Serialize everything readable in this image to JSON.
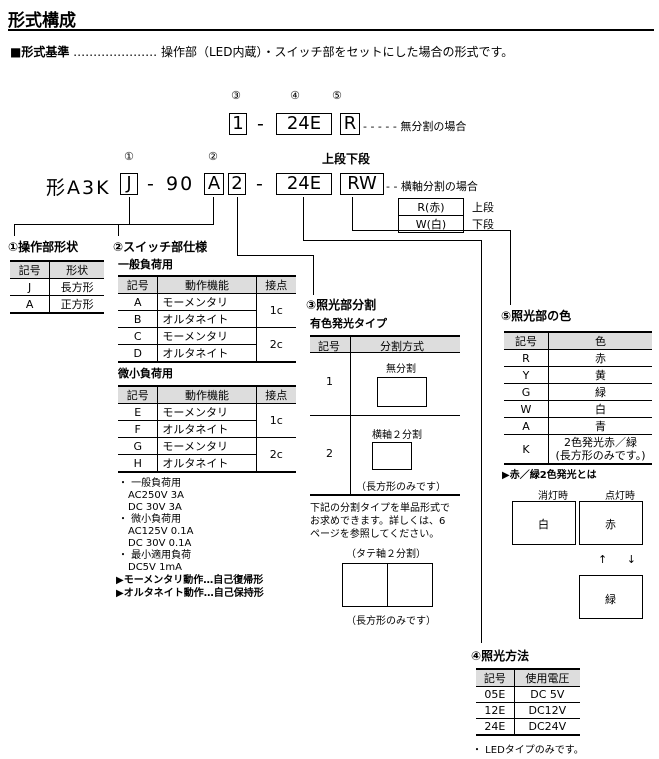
{
  "title": "形式構成",
  "subtitle": {
    "head": "■形式基準",
    "dots": "…………………",
    "desc": "操作部（LED内蔵）・スイッチ部をセットにした場合の形式です。"
  },
  "model1": {
    "nums": [
      "③",
      "④",
      "⑤"
    ],
    "box1": "1",
    "dash1": "-",
    "box2": "24E",
    "box3": "R",
    "note": "- - - - - 無分割の場合"
  },
  "model2": {
    "nums": [
      "①",
      "②"
    ],
    "header": "上段下段",
    "prefix": "形A3K",
    "box1": "J",
    "dash1": "-",
    "mid": "90",
    "box2": "A",
    "box3": "2",
    "dash2": "-",
    "box4": "24E",
    "box5": "RW",
    "note": "- - 横軸分割の場合",
    "sub": [
      {
        "code": "R(赤)",
        "pos": "上段"
      },
      {
        "code": "W(白)",
        "pos": "下段"
      }
    ]
  },
  "sec1": {
    "title": "①操作部形状",
    "head": [
      "記号",
      "形状"
    ],
    "rows": [
      [
        "J",
        "長方形"
      ],
      [
        "A",
        "正方形"
      ]
    ]
  },
  "sec2": {
    "title": "②スイッチ部仕様",
    "general": "一般負荷用",
    "head": [
      "記号",
      "動作機能",
      "接点"
    ],
    "rows_general": [
      [
        "A",
        "モーメンタリ"
      ],
      [
        "B",
        "オルタネイト"
      ],
      [
        "C",
        "モーメンタリ"
      ],
      [
        "D",
        "オルタネイト"
      ]
    ],
    "contacts_general": [
      "1c",
      "2c"
    ],
    "micro": "微小負荷用",
    "rows_micro": [
      [
        "E",
        "モーメンタリ"
      ],
      [
        "F",
        "オルタネイト"
      ],
      [
        "G",
        "モーメンタリ"
      ],
      [
        "H",
        "オルタネイト"
      ]
    ],
    "contacts_micro": [
      "1c",
      "2c"
    ],
    "notes": [
      "・ 一般負荷用",
      "AC250V 3A",
      "DC 30V 3A",
      "・ 微小負荷用",
      "AC125V 0.1A",
      "DC 30V 0.1A",
      "・ 最小適用負荷",
      "DC5V 1mA"
    ],
    "legend": [
      "モーメンタリ動作…自己復帰形",
      "オルタネイト動作…自己保持形"
    ]
  },
  "sec3": {
    "title": "③照光部分割",
    "subtitle": "有色発光タイプ",
    "head": [
      "記号",
      "分割方式"
    ],
    "r1": {
      "code": "1",
      "label": "無分割"
    },
    "r2": {
      "code": "2",
      "label": "横軸２分割",
      "note": "（長方形のみです）"
    },
    "text": [
      "下記の分割タイプを単品形式で",
      "お求めできます。詳しくは、6",
      "ページを参照してください。"
    ],
    "tate": "（タテ軸２分割）",
    "tate_note": "（長方形のみです）"
  },
  "sec4": {
    "title": "④照光方法",
    "head": [
      "記号",
      "使用電圧"
    ],
    "rows": [
      [
        "05E",
        "DC 5V"
      ],
      [
        "12E",
        "DC12V"
      ],
      [
        "24E",
        "DC24V"
      ]
    ],
    "note": "・ LEDタイプのみです。"
  },
  "sec5": {
    "title": "⑤照光部の色",
    "head": [
      "記号",
      "色"
    ],
    "rows": [
      [
        "R",
        "赤"
      ],
      [
        "Y",
        "黄"
      ],
      [
        "G",
        "緑"
      ],
      [
        "W",
        "白"
      ],
      [
        "A",
        "青"
      ]
    ],
    "k_code": "K",
    "k_color1": "2色発光赤／緑",
    "k_color2": "(長方形のみです。)",
    "twotone_title": "赤／緑2色発光とは",
    "off_label": "消灯時",
    "on_label": "点灯時",
    "white": "白",
    "red": "赤",
    "arrows": "↑ ↓",
    "green": "緑"
  }
}
